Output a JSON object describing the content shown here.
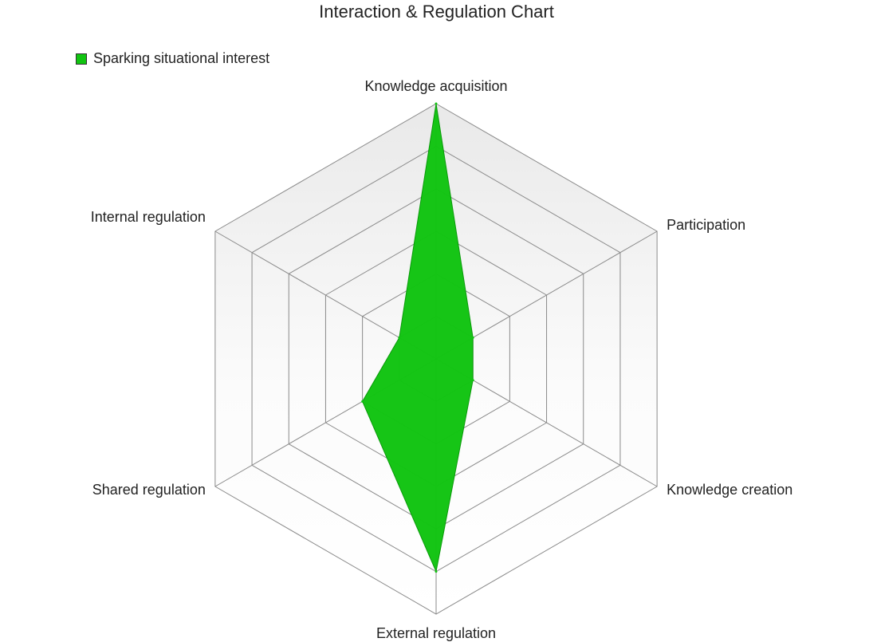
{
  "chart_data": {
    "type": "radar",
    "title": "Interaction & Regulation Chart",
    "axes": [
      "Knowledge acquisition",
      "Participation",
      "Knowledge creation",
      "External regulation",
      "Shared regulation",
      "Internal regulation"
    ],
    "rlim": [
      0,
      6
    ],
    "rings": 6,
    "legend_position": "top-left",
    "series": [
      {
        "name": "Sparking situational interest",
        "color": "#11c411",
        "values": [
          6,
          1,
          1,
          5,
          2,
          1
        ]
      }
    ]
  }
}
